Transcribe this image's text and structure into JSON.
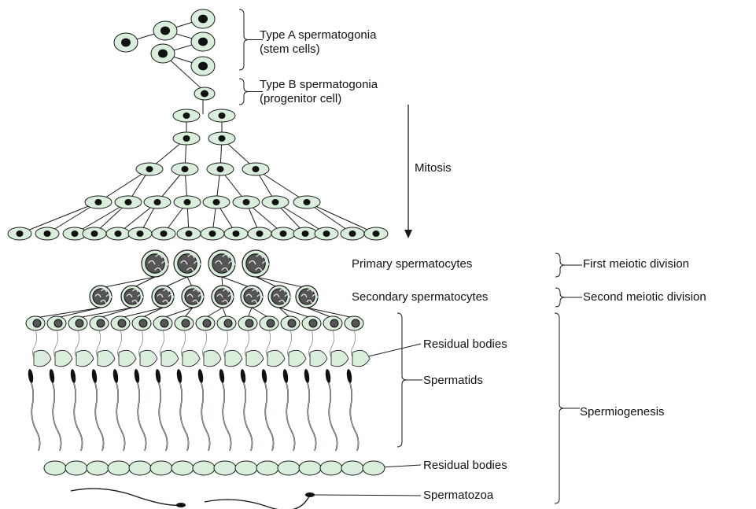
{
  "labels": {
    "type_a_line1": "Type A spermatogonia",
    "type_a_line2": "(stem cells)",
    "type_b_line1": "Type B spermatogonia",
    "type_b_line2": "(progenitor cell)",
    "mitosis": "Mitosis",
    "primary_spermatocytes": "Primary spermatocytes",
    "first_meiotic_division": "First meiotic division",
    "secondary_spermatocytes": "Secondary spermatocytes",
    "second_meiotic_division": "Second meiotic division",
    "residual_bodies_upper": "Residual bodies",
    "spermatids": "Spermatids",
    "spermiogenesis": "Spermiogenesis",
    "residual_bodies_lower": "Residual bodies",
    "spermatozoa": "Spermatozoa"
  },
  "colors": {
    "cell_fill": "#d9eedb",
    "cell_outline": "#1a1a1a",
    "nucleus": "#111111",
    "line": "#1a1a1a"
  },
  "counts": {
    "type_a_cells": 6,
    "type_b_cells": 1,
    "mitosis_generations": [
      2,
      2,
      4,
      8,
      16
    ],
    "primary_spermatocytes": 4,
    "secondary_spermatocytes": 8,
    "spermatids": 16,
    "residual_body_chain": 16,
    "spermatozoa_shown": 2
  }
}
